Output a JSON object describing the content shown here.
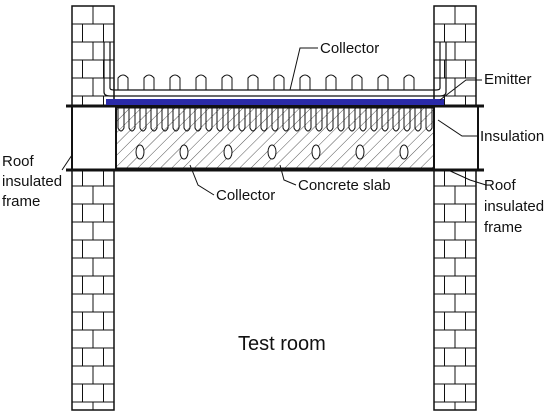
{
  "labels": {
    "collector_top": "Collector",
    "emitter": "Emitter",
    "insulation": "Insulation",
    "roof_frame_left_1": "Roof",
    "roof_frame_left_2": "insulated",
    "roof_frame_left_3": "frame",
    "roof_frame_right_1": "Roof",
    "roof_frame_right_2": "insulated",
    "roof_frame_right_3": "frame",
    "collector_bottom": "Collector",
    "concrete_slab": "Concrete slab",
    "test_room": "Test room"
  },
  "colors": {
    "emitter": "#2a2aa8",
    "line": "#111111",
    "hatch": "#555555"
  }
}
